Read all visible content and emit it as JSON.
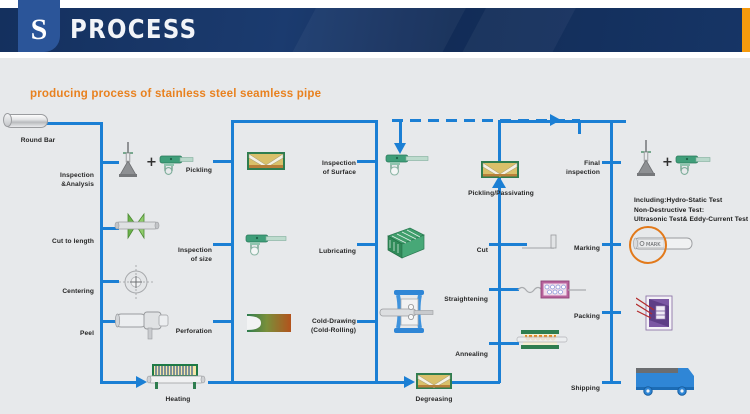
{
  "header": {
    "title": "PROCESS",
    "logo_icon": "company-s-logo",
    "logo_glyph": "S",
    "accent_color": "#f59a0d",
    "background_color": "#16356a"
  },
  "diagram": {
    "subtitle": "producing process of stainless steel seamless pipe",
    "subtitle_color": "#e8811f",
    "flow_color": "#1b7fd4",
    "background_color": "#e7e9eb",
    "columns": [
      {
        "name": "column-1",
        "steps": [
          {
            "label": "Round Bar",
            "icon": "round-bar-icon"
          },
          {
            "label": "Inspection\n&Analysis",
            "icon": "flask-and-caliper-icon"
          },
          {
            "label": "Cut to length",
            "icon": "cutting-saw-icon"
          },
          {
            "label": "Centering",
            "icon": "centering-crosshair-icon"
          },
          {
            "label": "Peel",
            "icon": "peeling-lathe-icon"
          },
          {
            "label": "Heating",
            "icon": "heating-furnace-icon"
          }
        ]
      },
      {
        "name": "column-2",
        "steps": [
          {
            "label": "Pickling",
            "icon": "pickling-tank-icon"
          },
          {
            "label": "Inspection\nof size",
            "icon": "caliper-icon"
          },
          {
            "label": "Perforation",
            "icon": "perforation-billet-icon"
          }
        ]
      },
      {
        "name": "column-3",
        "steps": [
          {
            "label": "Inspection\nof Surface",
            "icon": "caliper-icon"
          },
          {
            "label": "Lubricating",
            "icon": "lubricating-crate-icon"
          },
          {
            "label": "Cold-Drawing\n(Cold-Rolling)",
            "icon": "cold-drawing-mill-icon"
          },
          {
            "label": "Degreasing",
            "icon": "degreasing-tank-icon"
          }
        ]
      },
      {
        "name": "column-4",
        "steps": [
          {
            "label": "Pickling/Passivating",
            "icon": "pickling-tank-icon"
          },
          {
            "label": "Cut",
            "icon": "cut-tool-icon"
          },
          {
            "label": "Straightening",
            "icon": "straightening-roller-icon"
          },
          {
            "label": "Annealing",
            "icon": "annealing-furnace-icon"
          }
        ]
      },
      {
        "name": "column-5",
        "steps": [
          {
            "label": "Final inspection",
            "icon": "flask-and-caliper-icon"
          },
          {
            "label": "Marking",
            "icon": "marking-pipe-icon"
          },
          {
            "label": "Packing",
            "icon": "packing-box-icon"
          },
          {
            "label": "Shipping",
            "icon": "shipping-truck-icon"
          }
        ]
      }
    ],
    "note": "Including:Hydro-Static Test\nNon-Destructive Test:\nUltrasonic Test& Eddy-Current Test",
    "highlight_color": "#e2791a",
    "plus_symbol": "+"
  }
}
